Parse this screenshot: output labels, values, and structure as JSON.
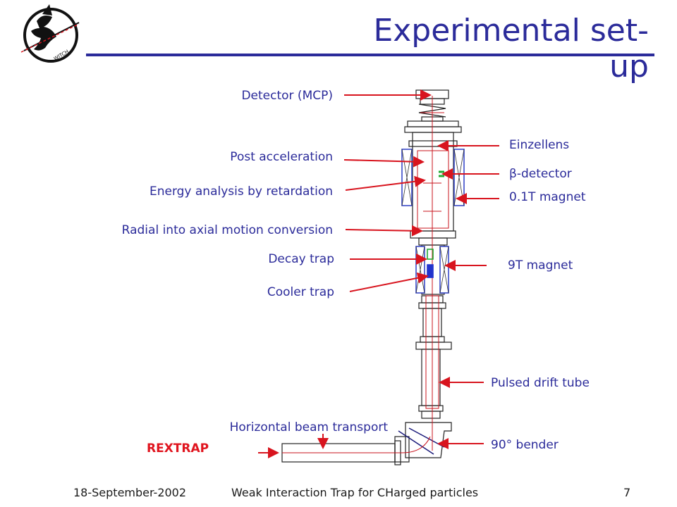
{
  "title": "Experimental set-up",
  "labels": {
    "detector_mcp": "Detector (MCP)",
    "post_acceleration": "Post acceleration",
    "energy_analysis": "Energy analysis by retardation",
    "radial_axial": "Radial into axial motion conversion",
    "decay_trap": "Decay trap",
    "cooler_trap": "Cooler trap",
    "einzellens": "Einzellens",
    "beta_detector": "β-detector",
    "magnet_01t": "0.1T magnet",
    "magnet_9t": "9T magnet",
    "pulsed_drift_tube": "Pulsed drift tube",
    "horizontal_beam": "Horizontal beam transport",
    "bender": "90° bender",
    "rextrap": "REXTRAP"
  },
  "footer": {
    "date": "18-September-2002",
    "project": "Weak Interaction Trap for CHarged particles",
    "page": "7"
  },
  "logo_text": "WITCH",
  "colors": {
    "title": "#2b2b9a",
    "label": "#2b2b9a",
    "arrow": "#d8141e",
    "beamline": "#c8141e",
    "outline": "#222222",
    "coil": "#3a4ac8"
  }
}
